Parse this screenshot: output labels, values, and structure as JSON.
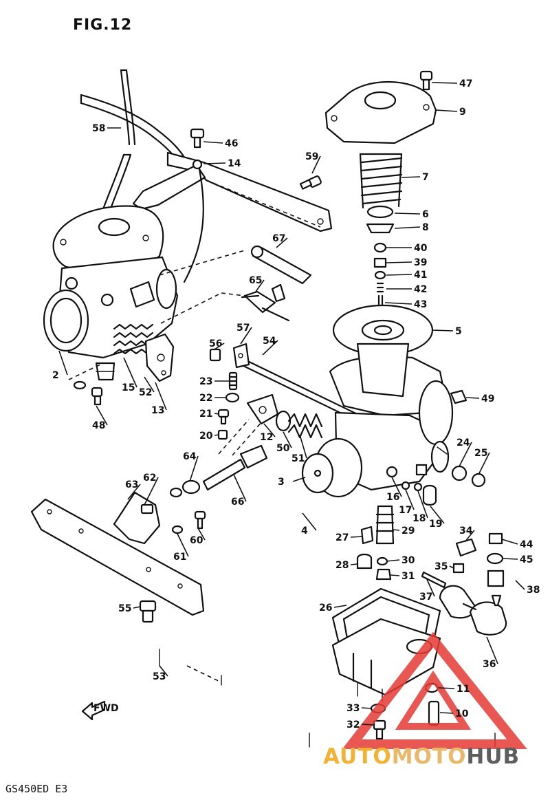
{
  "figure": {
    "title": "FIG.12",
    "model_code": "GS450ED  E3",
    "direction_marker": "FWD"
  },
  "watermark": {
    "part1": "AUTO",
    "part2": "MOTO",
    "part3": "HUB",
    "colors": {
      "auto": "#f3b234",
      "moto": "#e9b86a",
      "hub": "#5e5e5e",
      "triangle": "#e53935"
    }
  },
  "callouts": [
    {
      "id": "47",
      "label": "47"
    },
    {
      "id": "9",
      "label": "9"
    },
    {
      "id": "7",
      "label": "7"
    },
    {
      "id": "6",
      "label": "6"
    },
    {
      "id": "8",
      "label": "8"
    },
    {
      "id": "40",
      "label": "40"
    },
    {
      "id": "39",
      "label": "39"
    },
    {
      "id": "41",
      "label": "41"
    },
    {
      "id": "42",
      "label": "42"
    },
    {
      "id": "43",
      "label": "43"
    },
    {
      "id": "5",
      "label": "5"
    },
    {
      "id": "49",
      "label": "49"
    },
    {
      "id": "46",
      "label": "46"
    },
    {
      "id": "14",
      "label": "14"
    },
    {
      "id": "59",
      "label": "59"
    },
    {
      "id": "58",
      "label": "58"
    },
    {
      "id": "67",
      "label": "67"
    },
    {
      "id": "65",
      "label": "65"
    },
    {
      "id": "57",
      "label": "57"
    },
    {
      "id": "54",
      "label": "54"
    },
    {
      "id": "56",
      "label": "56"
    },
    {
      "id": "23",
      "label": "23"
    },
    {
      "id": "22",
      "label": "22"
    },
    {
      "id": "21",
      "label": "21"
    },
    {
      "id": "20",
      "label": "20"
    },
    {
      "id": "12",
      "label": "12"
    },
    {
      "id": "50",
      "label": "50"
    },
    {
      "id": "51",
      "label": "51"
    },
    {
      "id": "2",
      "label": "2"
    },
    {
      "id": "15",
      "label": "15"
    },
    {
      "id": "52",
      "label": "52"
    },
    {
      "id": "13",
      "label": "13"
    },
    {
      "id": "48",
      "label": "48"
    },
    {
      "id": "24",
      "label": "24"
    },
    {
      "id": "25",
      "label": "25"
    },
    {
      "id": "3",
      "label": "3"
    },
    {
      "id": "16",
      "label": "16"
    },
    {
      "id": "17",
      "label": "17"
    },
    {
      "id": "18",
      "label": "18"
    },
    {
      "id": "19",
      "label": "19"
    },
    {
      "id": "4",
      "label": "4"
    },
    {
      "id": "64",
      "label": "64"
    },
    {
      "id": "62",
      "label": "62"
    },
    {
      "id": "63",
      "label": "63"
    },
    {
      "id": "66",
      "label": "66"
    },
    {
      "id": "60",
      "label": "60"
    },
    {
      "id": "61",
      "label": "61"
    },
    {
      "id": "27",
      "label": "27"
    },
    {
      "id": "29",
      "label": "29"
    },
    {
      "id": "28",
      "label": "28"
    },
    {
      "id": "30",
      "label": "30"
    },
    {
      "id": "31",
      "label": "31"
    },
    {
      "id": "34",
      "label": "34"
    },
    {
      "id": "44",
      "label": "44"
    },
    {
      "id": "45",
      "label": "45"
    },
    {
      "id": "35",
      "label": "35"
    },
    {
      "id": "37",
      "label": "37"
    },
    {
      "id": "38",
      "label": "38"
    },
    {
      "id": "26",
      "label": "26"
    },
    {
      "id": "36",
      "label": "36"
    },
    {
      "id": "55",
      "label": "55"
    },
    {
      "id": "53",
      "label": "53"
    },
    {
      "id": "11",
      "label": "11"
    },
    {
      "id": "33",
      "label": "33"
    },
    {
      "id": "10",
      "label": "10"
    },
    {
      "id": "32",
      "label": "32"
    }
  ]
}
